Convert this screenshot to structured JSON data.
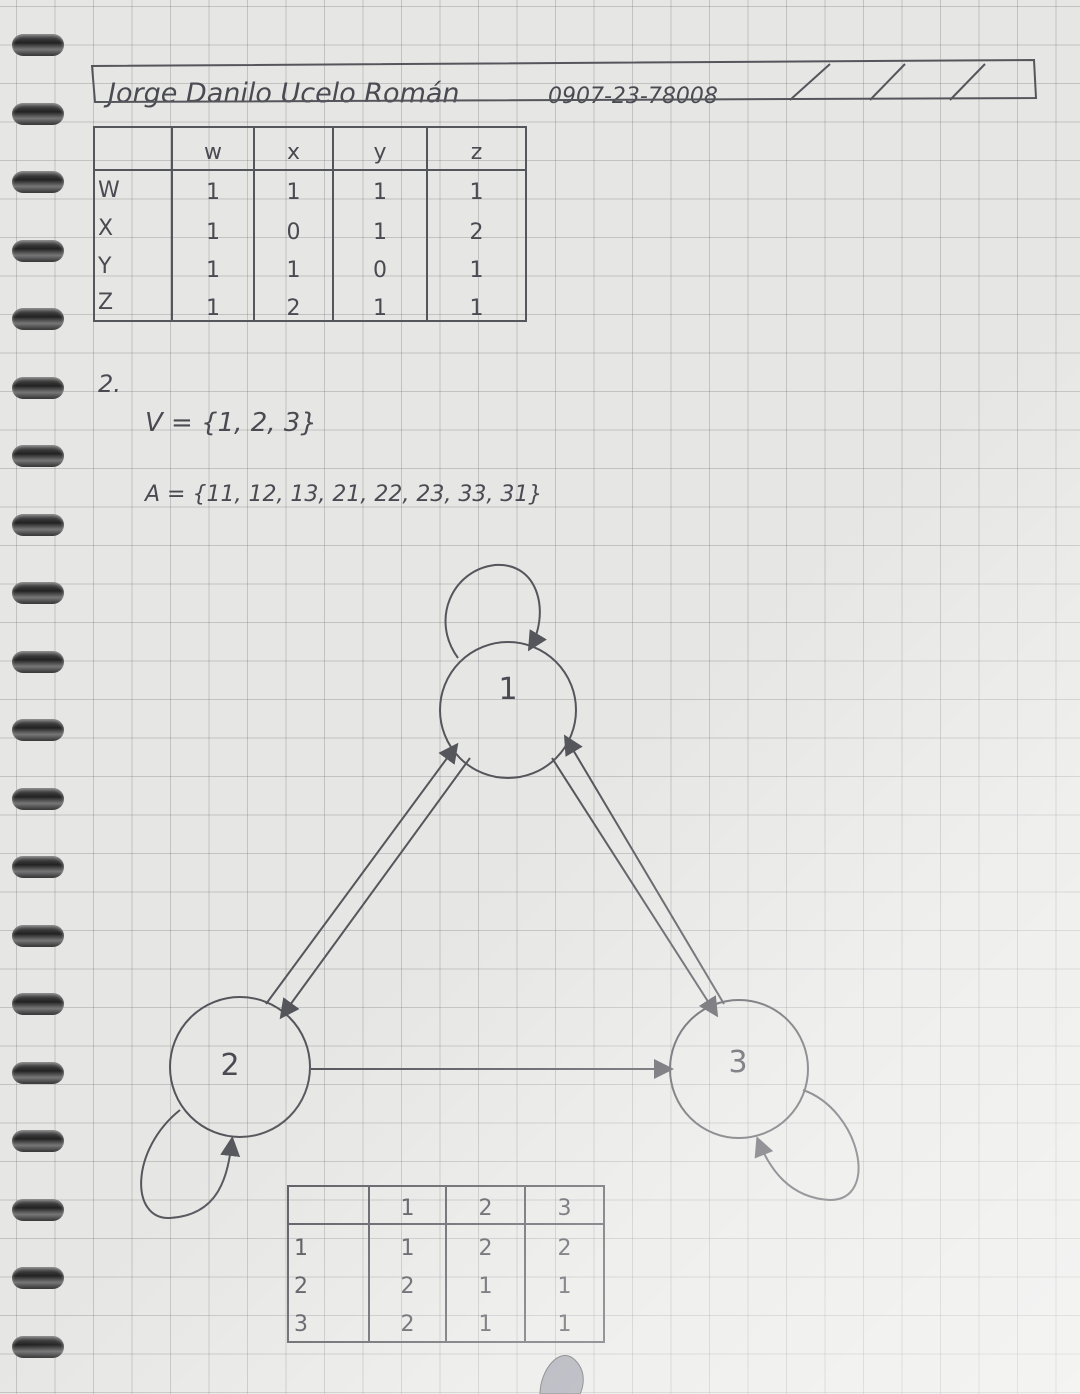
{
  "header": {
    "name": "Jorge Danilo Ucelo Román",
    "student_id": "0907-23-78008"
  },
  "table1": {
    "col_headers": [
      "w",
      "x",
      "y",
      "z"
    ],
    "row_headers": [
      "W",
      "X",
      "Y",
      "Z"
    ],
    "rows": [
      [
        "1",
        "1",
        "1",
        "1"
      ],
      [
        "1",
        "0",
        "1",
        "2"
      ],
      [
        "1",
        "1",
        "0",
        "1"
      ],
      [
        "1",
        "2",
        "1",
        "1"
      ]
    ]
  },
  "problem2": {
    "number": "2.",
    "vertex_set": "V = {1, 2, 3}",
    "arc_set": "A = {11, 12, 13, 21, 22, 23, 33, 31}"
  },
  "graph": {
    "nodes": [
      "1",
      "2",
      "3"
    ]
  },
  "table2": {
    "col_headers": [
      "1",
      "2",
      "3"
    ],
    "row_headers": [
      "1",
      "2",
      "3"
    ],
    "rows": [
      [
        "1",
        "2",
        "2"
      ],
      [
        "2",
        "1",
        "1"
      ],
      [
        "2",
        "1",
        "1"
      ]
    ]
  }
}
